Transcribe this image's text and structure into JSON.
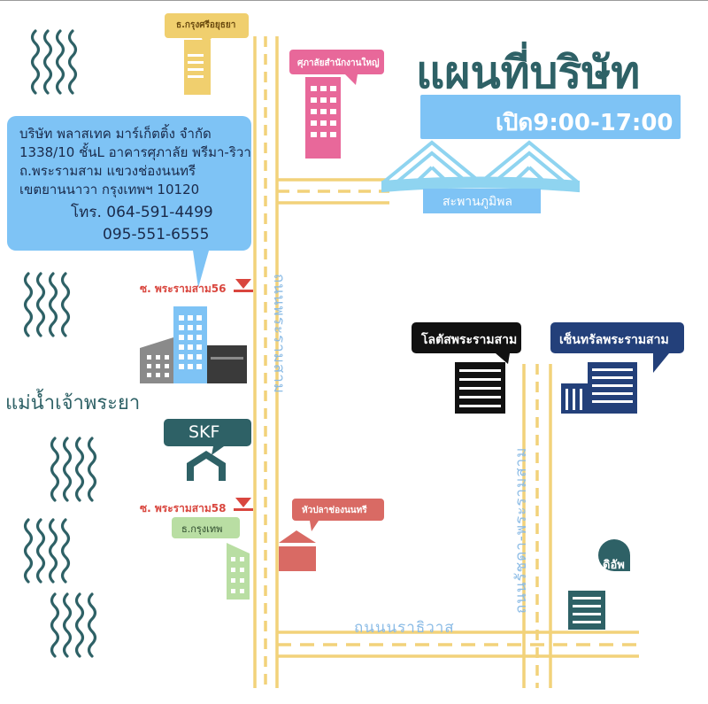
{
  "title": "แผนที่บริษัท",
  "hours": "เปิด9:00-17:00",
  "company": {
    "lines": [
      "บริษัท พลาสเทค มาร์เก็ตติ้ง จำกัด",
      "1338/10 ชั้นL อาคารศุภาลัย พรีมา-ริวา",
      "ถ.พระรามสาม แขวงช่องนนทรี",
      "เขตยานนาวา กรุงเทพฯ 10120",
      "โทร. 064-591-4499",
      "095-551-6555"
    ]
  },
  "landmarks": {
    "krungsri": "ธ.กรุงศรีอยุธยา",
    "supalai_hq": "ศุภาลัยสำนักงานใหญ่",
    "bridge": "สะพานภูมิพล",
    "soi56": "ซ. พระรามสาม56",
    "soi58": "ซ. พระรามสาม58",
    "skf": "SKF",
    "krungthep": "ธ.กรุงเทพ",
    "hua_pla": "หัวปลาช่องนนทรี",
    "lotus": "โลตัสพระรามสาม",
    "central": "เซ็นทรัลพระรามสาม",
    "ditto": "ดิอัพ"
  },
  "river_label": "แม่น้ำเจ้าพระยา",
  "roads": {
    "rama3": "ถนนพระรามสาม",
    "ratchada": "ถนนรัชดา-พระรามสาม",
    "narathiwat": "ถนนนราธิวาส"
  },
  "colors": {
    "road": "#f2d27a",
    "river": "#2e6166",
    "accent_blue": "#7ec3f5",
    "pink": "#e8689a",
    "navy": "#23407a",
    "red": "#d9463e",
    "green": "#b9dea3",
    "salmon": "#d96a64"
  }
}
